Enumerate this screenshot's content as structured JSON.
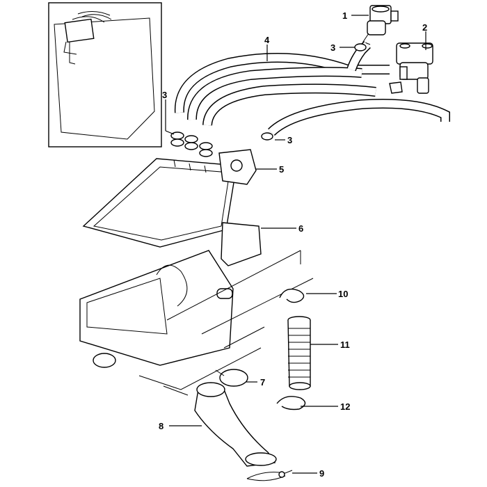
{
  "diagram": {
    "callouts": [
      {
        "id": "c1",
        "label": "1"
      },
      {
        "id": "c2",
        "label": "2"
      },
      {
        "id": "c3a",
        "label": "3"
      },
      {
        "id": "c3b",
        "label": "3"
      },
      {
        "id": "c3c",
        "label": "3"
      },
      {
        "id": "c4",
        "label": "4"
      },
      {
        "id": "c5",
        "label": "5"
      },
      {
        "id": "c6",
        "label": "6"
      },
      {
        "id": "c7",
        "label": "7"
      },
      {
        "id": "c8",
        "label": "8"
      },
      {
        "id": "c9",
        "label": "9"
      },
      {
        "id": "c10",
        "label": "10"
      },
      {
        "id": "c11",
        "label": "11"
      },
      {
        "id": "c12",
        "label": "12"
      }
    ]
  },
  "colors": {
    "line": "#000000",
    "background": "#ffffff"
  }
}
